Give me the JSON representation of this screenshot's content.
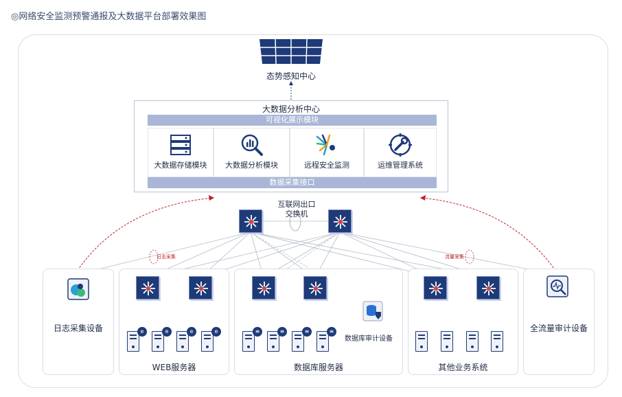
{
  "title": "◎网络安全监测预警通报及大数据平台部署效果图",
  "situation_center": {
    "label": "态势感知中心"
  },
  "analysis_center": {
    "title": "大数据分析中心",
    "top_bar": "可视化展示模块",
    "bottom_bar": "数据采集接口",
    "modules": [
      {
        "label": "大数据存储模块",
        "icon": "server-rack-icon"
      },
      {
        "label": "大数据分析模块",
        "icon": "magnify-chart-icon"
      },
      {
        "label": "远程安全监测",
        "icon": "satellite-icon"
      },
      {
        "label": "运维管理系统",
        "icon": "wrench-gear-icon"
      }
    ]
  },
  "core_switch": {
    "label_line1": "互联网出口",
    "label_line2": "交换机"
  },
  "collection_tags": {
    "log": "日志采集",
    "flow": "流量采集"
  },
  "zones": {
    "log_device": "日志采集设备",
    "web": "WEB服务器",
    "db": "数据库服务器",
    "db_audit": "数据库审计设备",
    "other": "其他业务系统",
    "flow_audit": "全流量审计设备"
  },
  "colors": {
    "navy": "#1e3a78",
    "bar": "#a9b6d7",
    "red_dash": "#c0202a",
    "line": "#9aa3b5"
  }
}
